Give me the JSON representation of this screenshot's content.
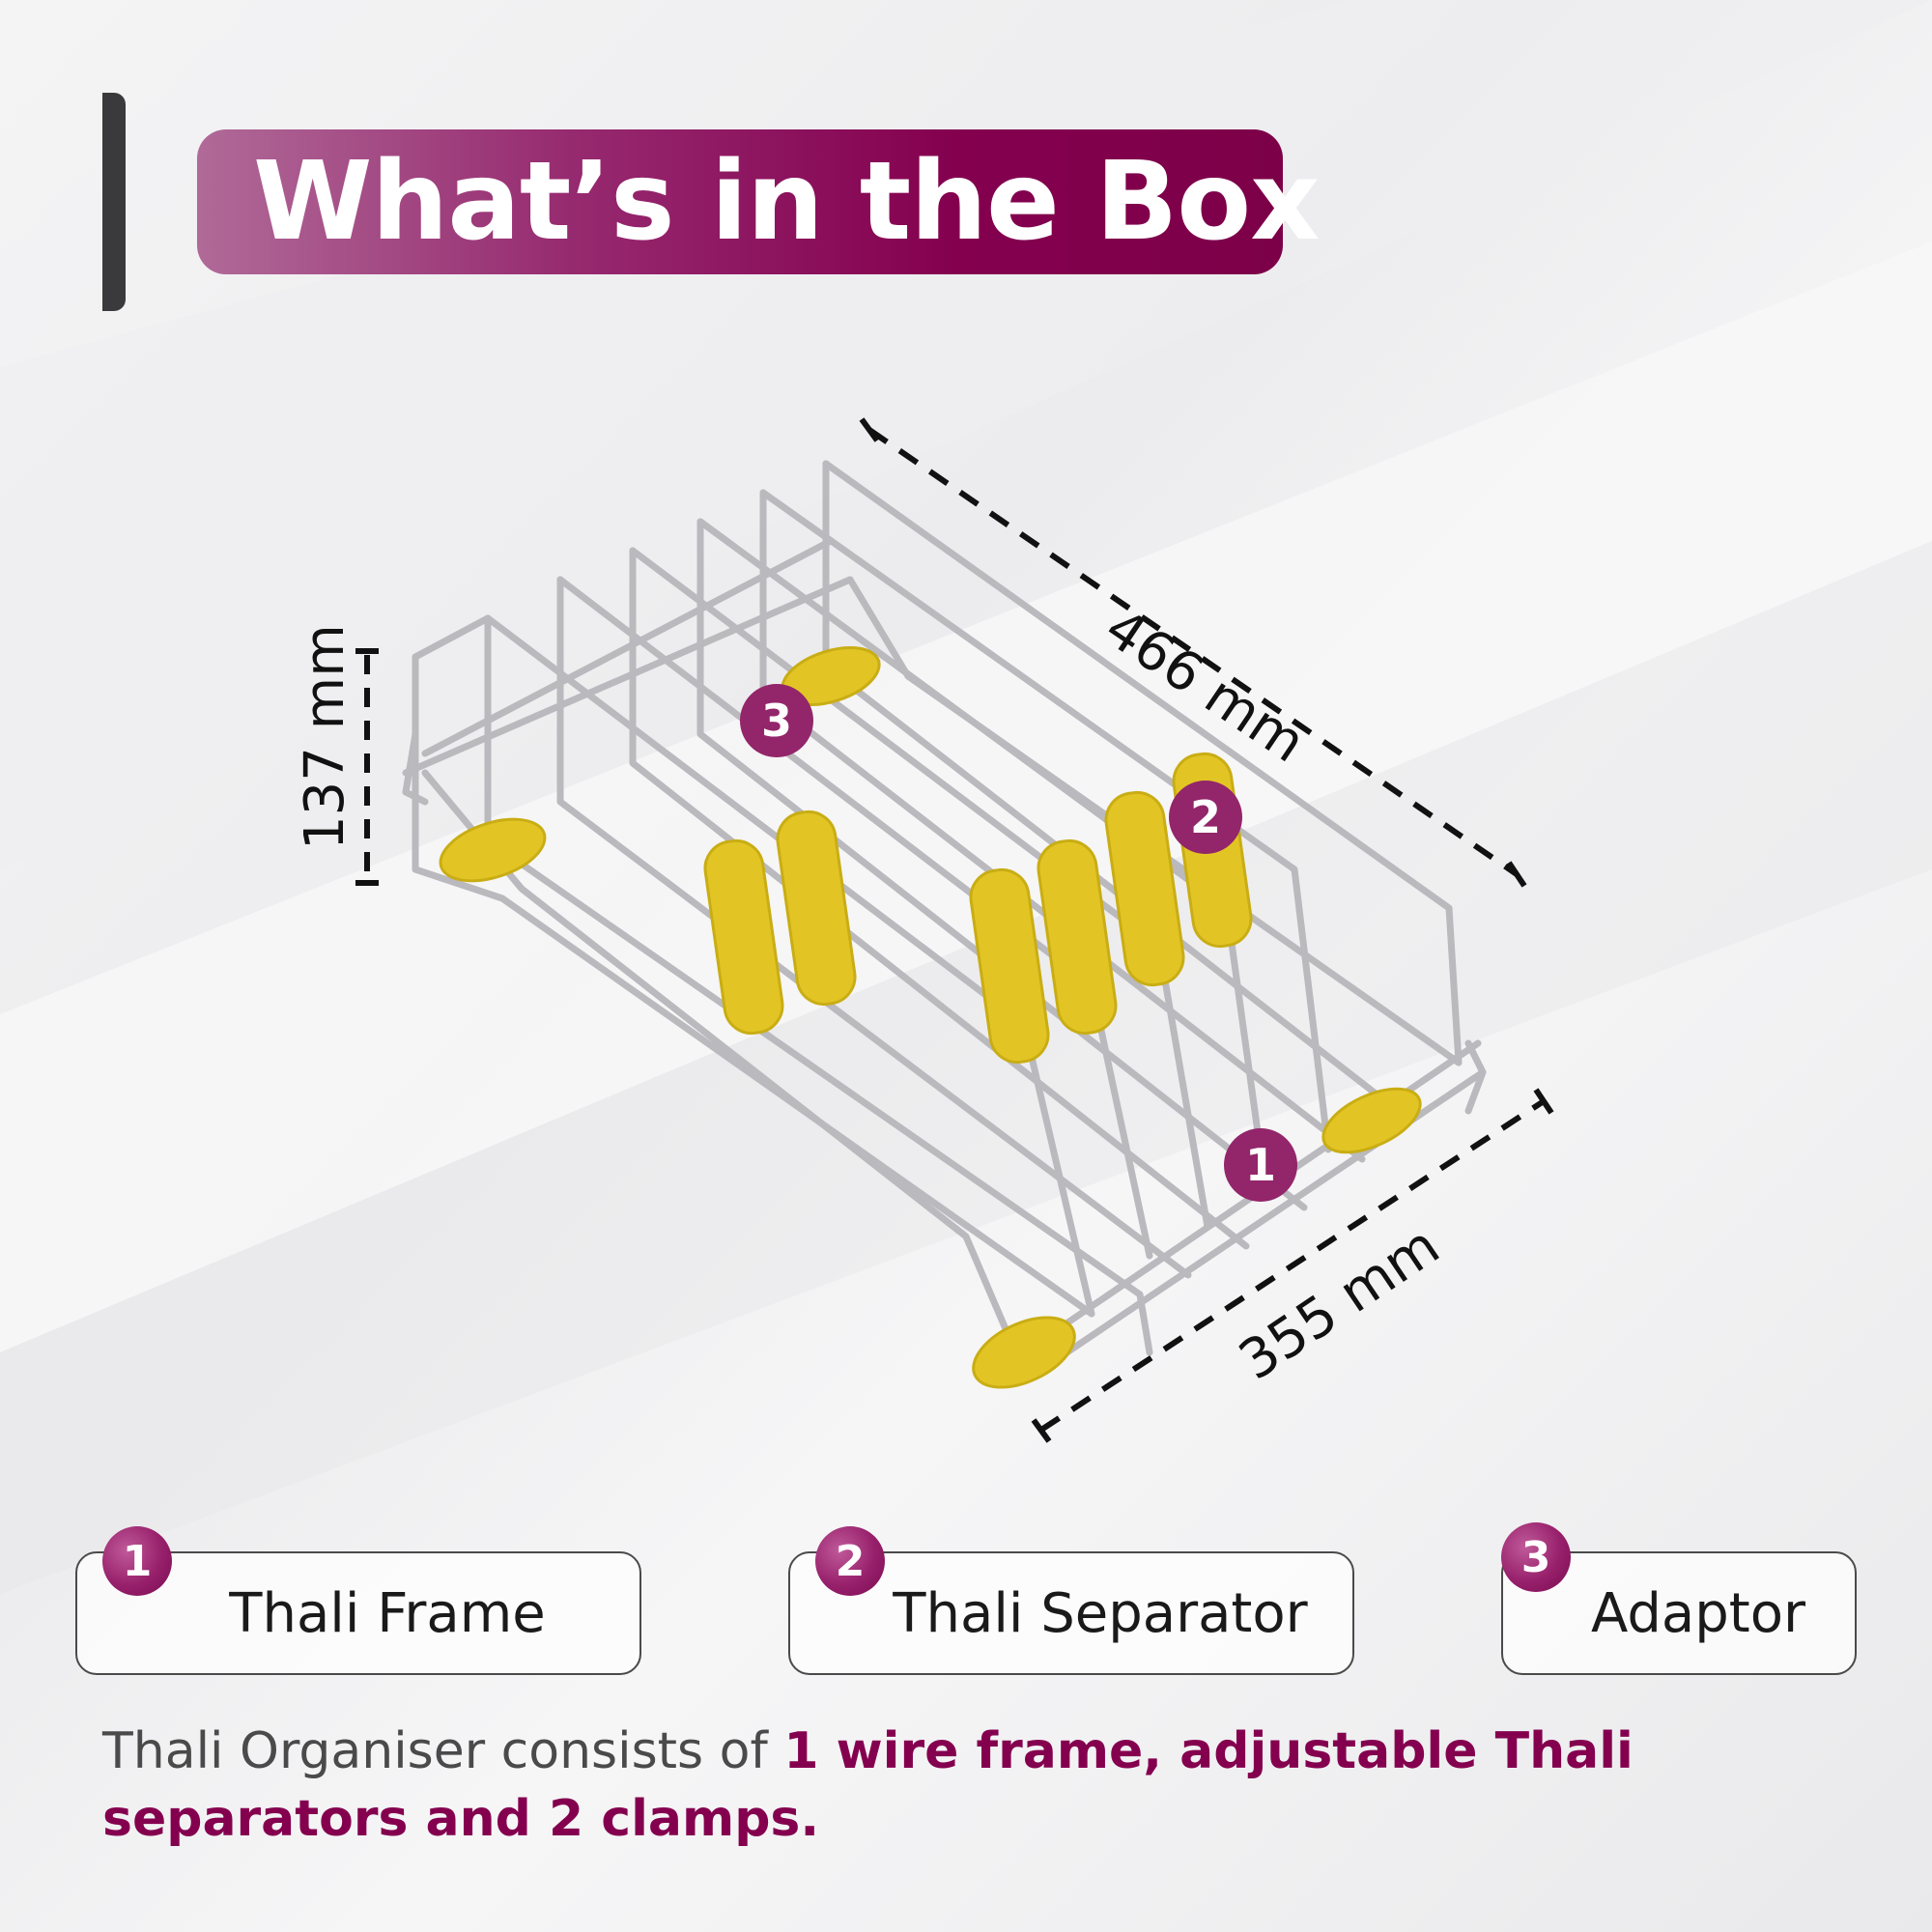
{
  "header": {
    "title": "What’s in the Box"
  },
  "dimensions": {
    "length": "466 mm",
    "width": "355 mm",
    "height": "137 mm"
  },
  "markers": {
    "frame": "1",
    "separator": "2",
    "adaptor": "3"
  },
  "legend": {
    "items": [
      {
        "number": "1",
        "label": "Thali Frame"
      },
      {
        "number": "2",
        "label": "Thali Separator"
      },
      {
        "number": "3",
        "label": "Adaptor"
      }
    ]
  },
  "description": {
    "plain": "Thali Organiser consists of ",
    "highlight": "1 wire frame, adjustable Thali separators and 2 clamps."
  },
  "colors": {
    "brand": "#84004f",
    "accent_yellow": "#e2c524",
    "wire": "#c8c8cc"
  }
}
